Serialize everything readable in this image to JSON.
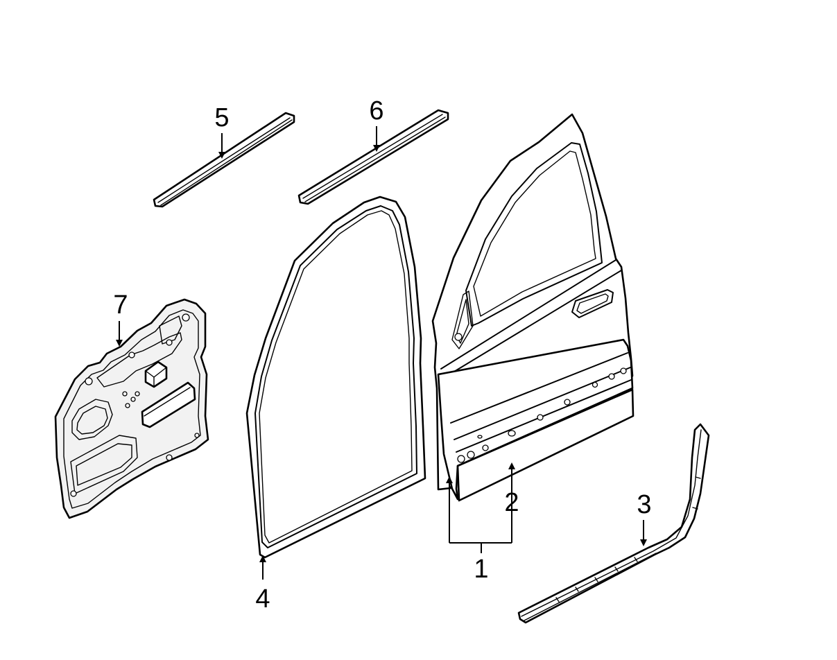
{
  "callouts": {
    "c1": "1",
    "c2": "2",
    "c3": "3",
    "c4": "4",
    "c5": "5",
    "c6": "6",
    "c7": "7"
  },
  "colors": {
    "line": "#000000",
    "background": "#ffffff",
    "panel_fill": "#f2f2f2"
  }
}
